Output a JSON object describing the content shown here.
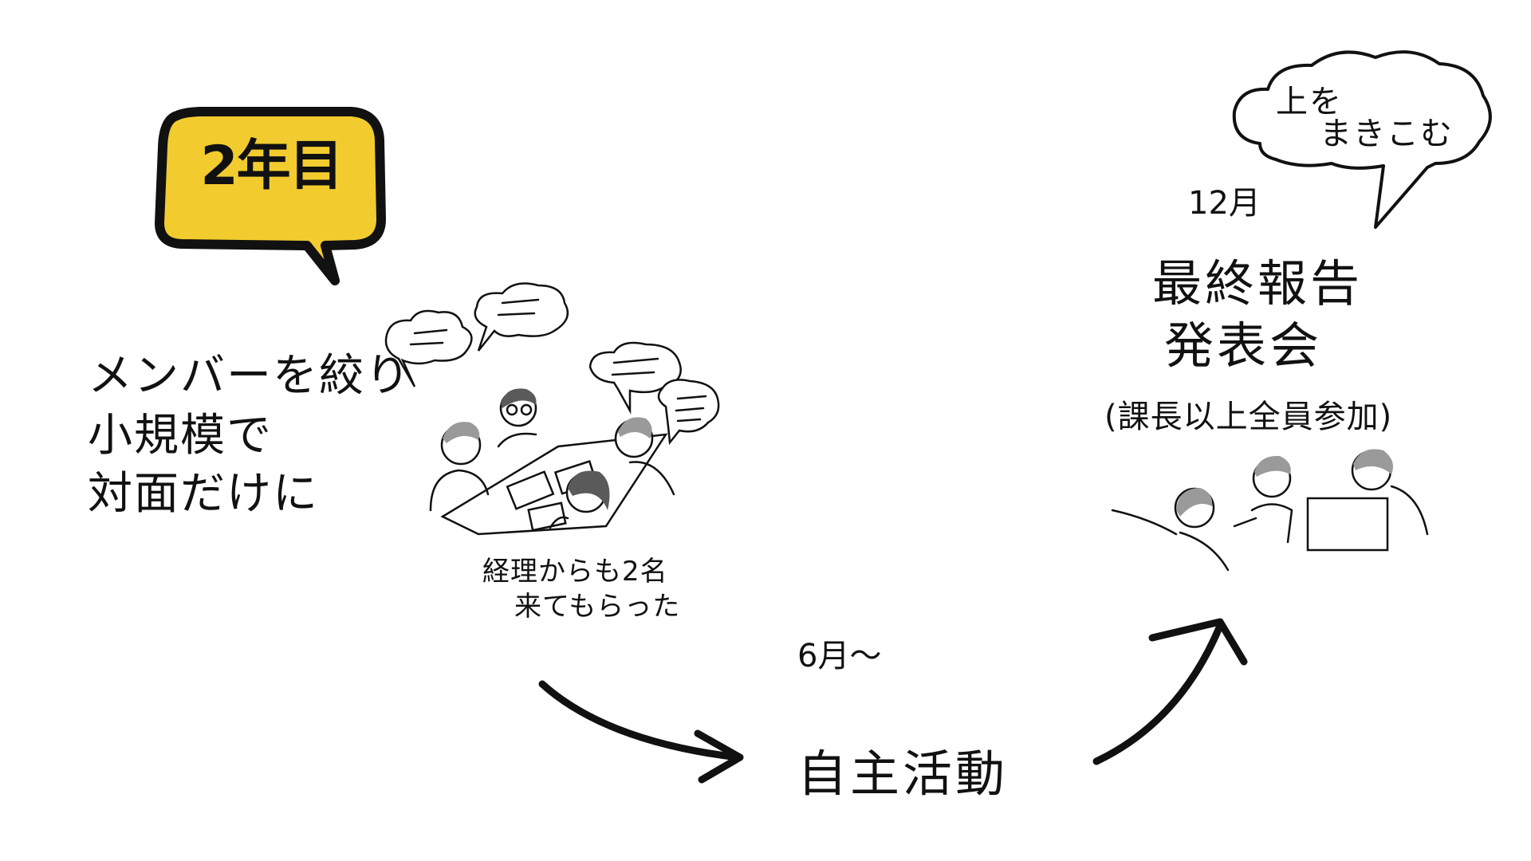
{
  "badge": {
    "text": "2年目",
    "color": "#F2CC2E"
  },
  "left_text": {
    "lines": [
      "メンバーを絞り",
      "小規模で",
      "対面だけに"
    ]
  },
  "meeting": {
    "caption_lines": [
      "経理からも2名",
      "来てもらった"
    ]
  },
  "middle": {
    "month": "6月〜",
    "activity": "自主活動"
  },
  "right": {
    "month": "12月",
    "title_lines": [
      "最終報告",
      "発表会"
    ],
    "subtitle": "(課長以上全員参加)",
    "cloud_lines": [
      "上を",
      "まきこむ"
    ]
  },
  "colors": {
    "ink": "#111111",
    "paper": "#FFFFFF",
    "hair_gray": "#9A9A9A",
    "hair_dark": "#5A5A5A"
  }
}
